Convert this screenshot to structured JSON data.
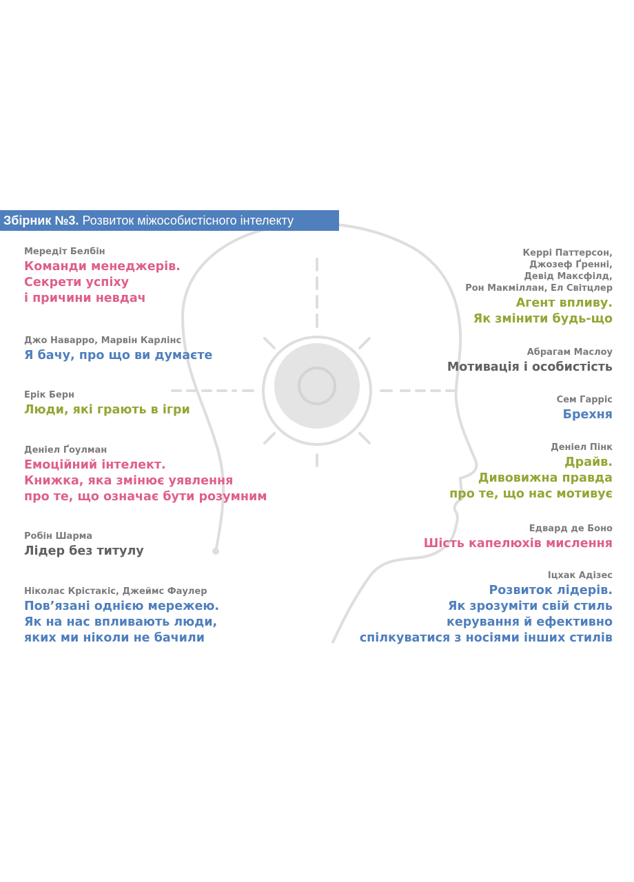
{
  "banner": {
    "number": "Збірник №3.",
    "title": "Розвиток міжособистісного інтелекту"
  },
  "colors": {
    "pink": "#de5f8b",
    "blue": "#4f7fbd",
    "olive": "#95a534",
    "gray": "#606060",
    "line": "#dcdcdc"
  },
  "illustration": {
    "icon": "head-profile-with-sun-icon"
  },
  "left_books": [
    {
      "author": "Мередіт Белбін",
      "title": "Команди менеджерів.\nСекрети успіху\nі причини невдач",
      "color": "pink"
    },
    {
      "author": "Джо Наварро, Марвін Карлінс",
      "title": "Я бачу, про що ви думаєте",
      "color": "blue"
    },
    {
      "author": "Ерік Берн",
      "title": "Люди, які грають в ігри",
      "color": "olive"
    },
    {
      "author": "Деніел Ґоулман",
      "title": "Емоційний інтелект.\nКнижка, яка змінює уявлення\nпро те, що означає бути розумним",
      "color": "pink"
    },
    {
      "author": "Робін Шарма",
      "title": "Лідер без титулу",
      "color": "gray"
    },
    {
      "author": "Ніколас Крістакіс, Джеймс Фаулер",
      "title": "Пов’язані однією мережею.\nЯк на нас впливають люди,\nяких ми ніколи не бачили",
      "color": "blue"
    }
  ],
  "right_books": [
    {
      "author": "Керрі Паттерсон,\nДжозеф Ґренні,\nДевід Максфілд,\nРон Макміллан, Ел Світцлер",
      "title": "Агент впливу.\nЯк змінити будь-що",
      "color": "olive"
    },
    {
      "author": "Абрагам Маслоу",
      "title": "Мотивація і особистість",
      "color": "gray"
    },
    {
      "author": "Сем Гарріс",
      "title": "Брехня",
      "color": "blue"
    },
    {
      "author": "Деніел Пінк",
      "title": "Драйв.\nДивовижна правда\nпро те, що нас мотивує",
      "color": "olive"
    },
    {
      "author": "Едвард де Боно",
      "title": "Шість капелюхів мислення",
      "color": "pink"
    },
    {
      "author": "Іцхак Адізес",
      "title": "Розвиток лідерів.\nЯк зрозуміти свій стиль\nкерування й ефективно\nспілкуватися з носіями інших стилів",
      "color": "blue"
    }
  ]
}
